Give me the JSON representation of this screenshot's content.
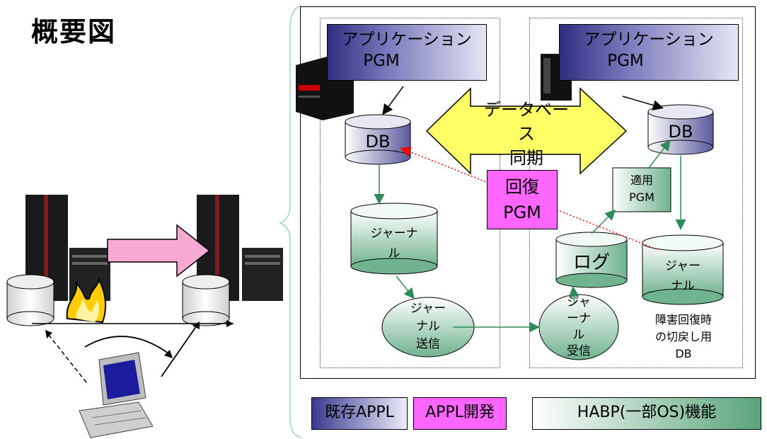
{
  "title": "概要図",
  "left_app": {
    "line1": "アプリケーション",
    "line2": "PGM"
  },
  "right_app": {
    "line1": "アプリケーション",
    "line2": "PGM"
  },
  "sync_arrow": {
    "line1": "データベー",
    "line2": "ス",
    "line3": "同期"
  },
  "recovery": {
    "line1": "回復",
    "line2": "PGM"
  },
  "db_left": "DB",
  "db_right": "DB",
  "journal_left": {
    "line1": "ジャーナ",
    "line2": "ル"
  },
  "journal_send": {
    "line1": "ジャー",
    "line2": "ナル",
    "line3": "送信"
  },
  "journal_recv": {
    "line1": "ジャ",
    "line2": "ーナ",
    "line3": "ル",
    "line4": "受信"
  },
  "log": "ログ",
  "apply_pgm": {
    "line1": "適用",
    "line2": "PGM"
  },
  "journal_right": {
    "line1": "ジャー",
    "line2": "ナル"
  },
  "rollback_note": {
    "line1": "障害回復時",
    "line2": "の切戻し用",
    "line3": "DB"
  },
  "legend": {
    "existing": "既存APPL",
    "develop": "APPL開発",
    "habp": "HABP(一部OS)機能"
  },
  "colors": {
    "existing": "#3a3a8c",
    "develop": "#ff66ff",
    "habp": "#5aa57a",
    "sync": "#ffff66"
  }
}
